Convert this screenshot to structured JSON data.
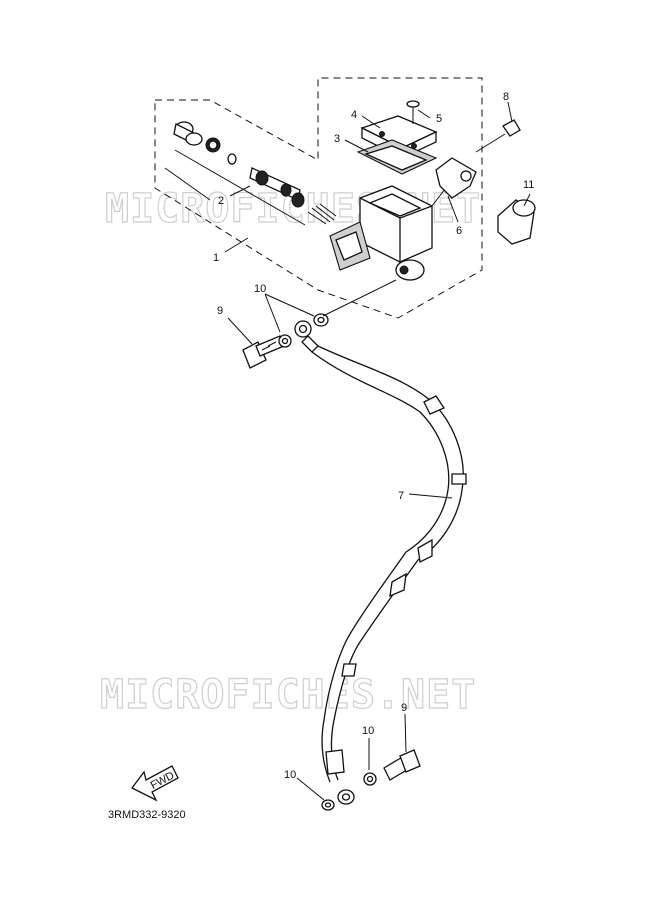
{
  "watermark": "MICROFICHES.NET",
  "diagram_code": "3RMD332-9320",
  "fwd_label": "FWD",
  "callouts": {
    "c1": "1",
    "c2": "2",
    "c3": "3",
    "c4": "4",
    "c5": "5",
    "c6": "6",
    "c7": "7",
    "c8": "8",
    "c9a": "9",
    "c9b": "9",
    "c10a": "10",
    "c10b": "10",
    "c10c": "10",
    "c11": "11"
  }
}
